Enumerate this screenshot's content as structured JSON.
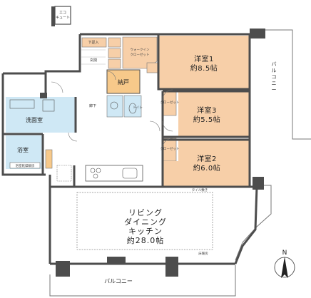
{
  "colors": {
    "wall": "#4d4d4d",
    "western_room": "#f7cfa8",
    "wet_area": "#cfe8f5",
    "closet": "#f7cfa8",
    "storage": "#f7c98a",
    "balcony_line": "#777777",
    "background": "#ffffff"
  },
  "labels": {
    "eco_cute": "エコ\nキュート",
    "shoe_box": "下足入",
    "genkan": "玄関",
    "walkin_closet": "ウォークイン\nクローゼット",
    "nando": "納戸",
    "hallway": "廊下",
    "toilet": "トイレ",
    "senmen": "洗面室",
    "bath": "浴室",
    "bath_dryer": "浴室乾燥暖房",
    "closet": "クローゼット",
    "room1_name": "洋室1",
    "room1_size": "約8.5帖",
    "room3_name": "洋室3",
    "room3_size": "約5.5帖",
    "room2_name": "洋室2",
    "room2_size": "約6.0帖",
    "ldk_l1": "リビング",
    "ldk_l2": "ダイニング",
    "ldk_l3": "キッチン",
    "ldk_size": "約28.0帖",
    "balcony_right": "バルコニー",
    "balcony_bottom": "バルコニー",
    "tile_floor": "タイル敷き",
    "floor_heating": "床暖房",
    "north": "N"
  }
}
